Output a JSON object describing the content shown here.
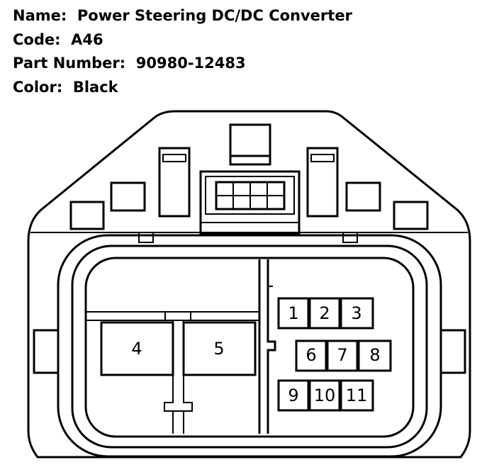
{
  "header": {
    "name_label": "Name:",
    "name_value": "Power Steering DC/DC Converter",
    "code_label": "Code:",
    "code_value": "A46",
    "part_label": "Part Number:",
    "part_value": "90980-12483",
    "color_label": "Color:",
    "color_value": "Black"
  },
  "connector": {
    "outline_color": "#000000",
    "background": "#ffffff",
    "pins": [
      "1",
      "2",
      "3",
      "4",
      "5",
      "6",
      "7",
      "8",
      "9",
      "10",
      "11"
    ]
  }
}
